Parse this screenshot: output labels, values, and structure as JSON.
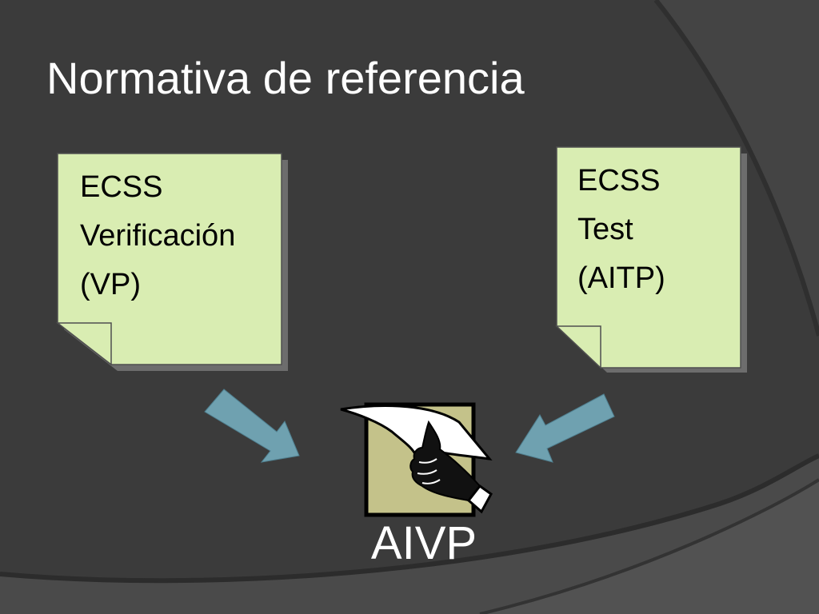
{
  "slide": {
    "title": "Normativa de referencia"
  },
  "notes": {
    "left": {
      "lines": [
        "ECSS",
        "Verificación",
        "(VP)"
      ]
    },
    "right": {
      "lines": [
        "ECSS",
        "Test",
        "(AITP)"
      ]
    }
  },
  "result": {
    "label": "AIVP",
    "icon": "hand-holding-document-icon"
  },
  "colors": {
    "background": "#3b3b3b",
    "note_fill": "#d9edb2",
    "arrow_fill": "#6fa1b0",
    "icon_frame": "#c4c28a"
  }
}
